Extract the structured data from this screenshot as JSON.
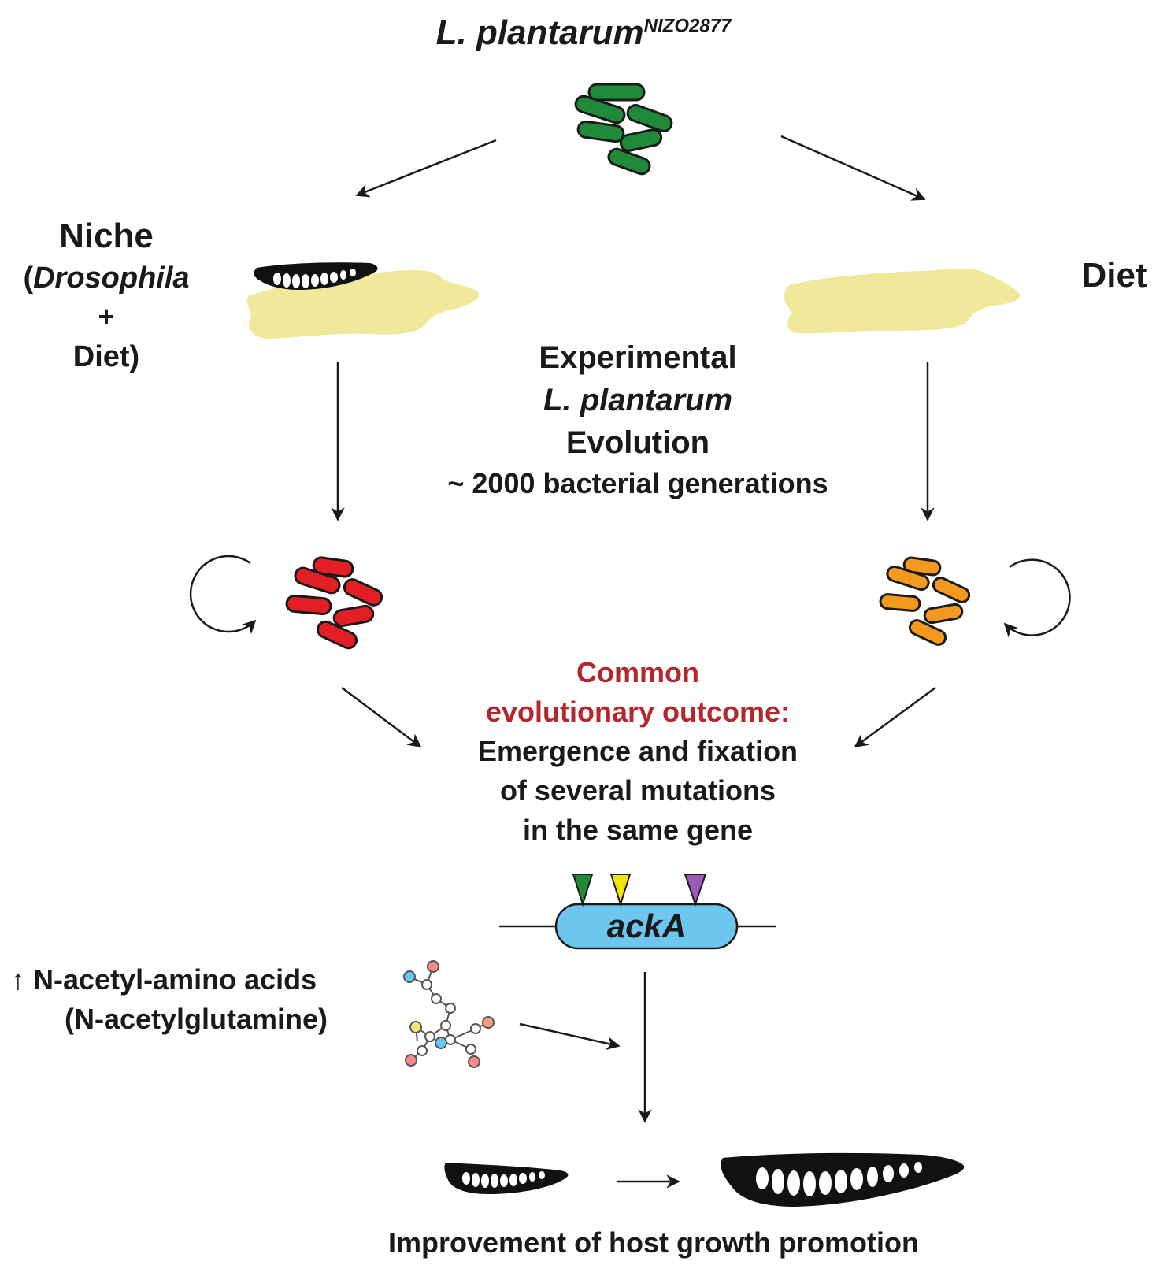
{
  "title": {
    "species": "L. plantarum",
    "strain": "NIZO2877"
  },
  "left_branch": {
    "line1": "Niche",
    "line2_open": "(",
    "line2_italic": "Drosophila",
    "line3": "+",
    "line4": "Diet)"
  },
  "right_branch": {
    "label": "Diet"
  },
  "center": {
    "line1": "Experimental",
    "line2": "L. plantarum",
    "line3": "Evolution",
    "line4": "~ 2000 bacterial generations"
  },
  "outcome": {
    "heading1": "Common",
    "heading2": "evolutionary outcome:",
    "line1": "Emergence and fixation",
    "line2": "of several mutations",
    "line3": "in the same gene"
  },
  "gene": {
    "name": "ackA"
  },
  "metabolite": {
    "line1": "↑ N-acetyl-amino acids",
    "line2": "(N-acetylglutamine)"
  },
  "result": {
    "label": "Improvement of host growth promotion"
  },
  "colors": {
    "ancestral_bacteria": "#1e8a3a",
    "niche_evolved_bacteria": "#e31e24",
    "diet_evolved_bacteria": "#f39a1e",
    "diet_patch": "#f0e89a",
    "gene_fill": "#6dc6ee",
    "outcome_heading": "#b3272d",
    "mutation_markers": [
      "#1e8a3a",
      "#f2e600",
      "#9b59b6"
    ]
  }
}
